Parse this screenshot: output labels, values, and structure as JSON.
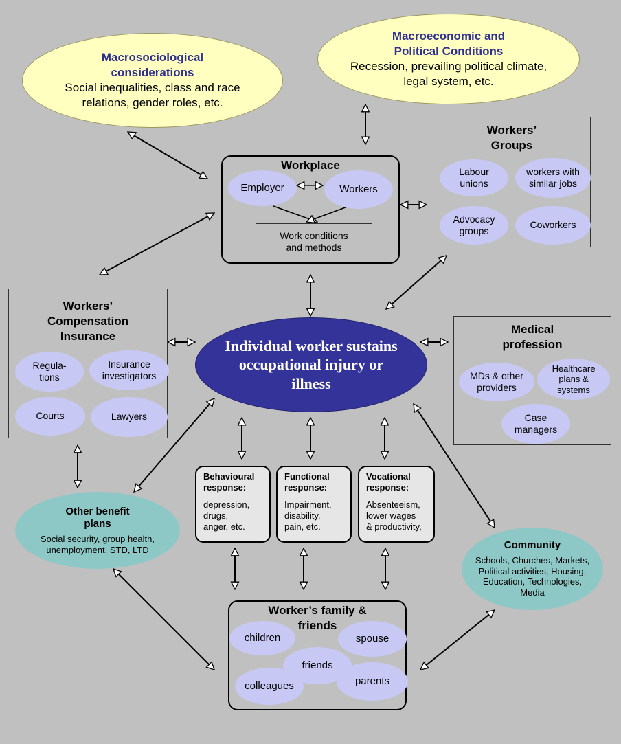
{
  "macrosociological": {
    "title": "Macrosociological\nconsiderations",
    "text": "Social inequalities, class and race\nrelations, gender roles, etc."
  },
  "macroeconomic": {
    "title": "Macroeconomic and\nPolitical Conditions",
    "text": "Recession, prevailing political climate,\nlegal system, etc."
  },
  "workplace": {
    "title": "Workplace",
    "employer": "Employer",
    "workers": "Workers",
    "conditions": "Work conditions\nand methods"
  },
  "workers_groups": {
    "title": "Workers’\nGroups",
    "items": [
      "Labour\nunions",
      "workers with\nsimilar jobs",
      "Advocacy\ngroups",
      "Coworkers"
    ]
  },
  "compensation": {
    "title": "Workers’\nCompensation\nInsurance",
    "items": [
      "Regula-\ntions",
      "Insurance\ninvestigators",
      "Courts",
      "Lawyers"
    ]
  },
  "central": {
    "text": "Individual worker sustains\noccupational injury or\nillness"
  },
  "medical": {
    "title": "Medical\nprofession",
    "items": [
      "MDs & other\nproviders",
      "Healthcare\nplans &\nsystems",
      "Case\nmanagers"
    ]
  },
  "responses": [
    {
      "title": "Behavioural\nresponse:",
      "body": "depression,\ndrugs,\nanger, etc."
    },
    {
      "title": "Functional\nresponse:",
      "body": "Impairment,\ndisability,\npain, etc."
    },
    {
      "title": "Vocational\nresponse:",
      "body": "Absenteeism,\nlower wages\n& productivity,"
    }
  ],
  "other_benefit": {
    "title": "Other benefit\nplans",
    "text": "Social security, group health,\nunemployment, STD, LTD"
  },
  "community": {
    "title": "Community",
    "text": "Schools, Churches, Markets,\nPolitical activities, Housing,\nEducation, Technologies,\nMedia"
  },
  "family": {
    "title": "Worker’s family &\nfriends",
    "items": [
      "children",
      "spouse",
      "friends",
      "colleagues",
      "parents"
    ]
  },
  "colors": {
    "background": "#c0c0c0",
    "yellow_ellipse": "#ffffc0",
    "lavender_ellipse": "#c8c8f4",
    "teal_ellipse": "#8ec8c6",
    "central_ellipse": "#33339a",
    "title_blue": "#303090"
  }
}
